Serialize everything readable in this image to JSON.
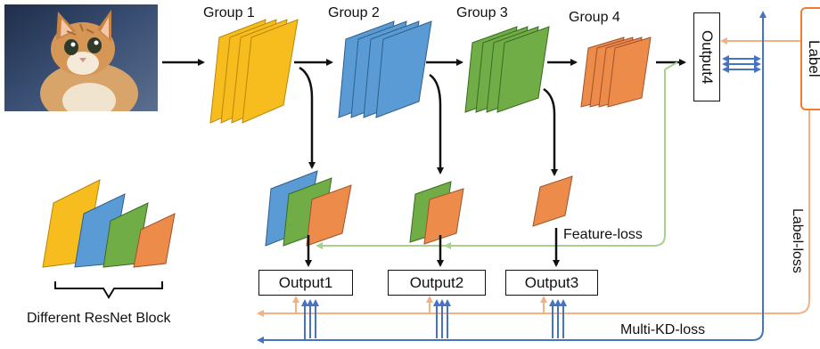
{
  "groups": [
    "Group 1",
    "Group 2",
    "Group 3",
    "Group 4"
  ],
  "outputs": [
    "Output1",
    "Output2",
    "Output3",
    "Output4"
  ],
  "label_box": "Label",
  "losses": {
    "feature": "Feature-loss",
    "label": "Label-loss",
    "kd": "Multi-KD-loss"
  },
  "legend_caption": "Different ResNet Block",
  "colors": {
    "yellow": "#f7bd1e",
    "blue": "#5b9bd5",
    "green": "#70ad47",
    "orange": "#ed8b4a",
    "feature_line": "#a9d18e",
    "label_line": "#f4b183",
    "kd_line": "#4472c4",
    "label_box_border": "#ed7d31"
  }
}
